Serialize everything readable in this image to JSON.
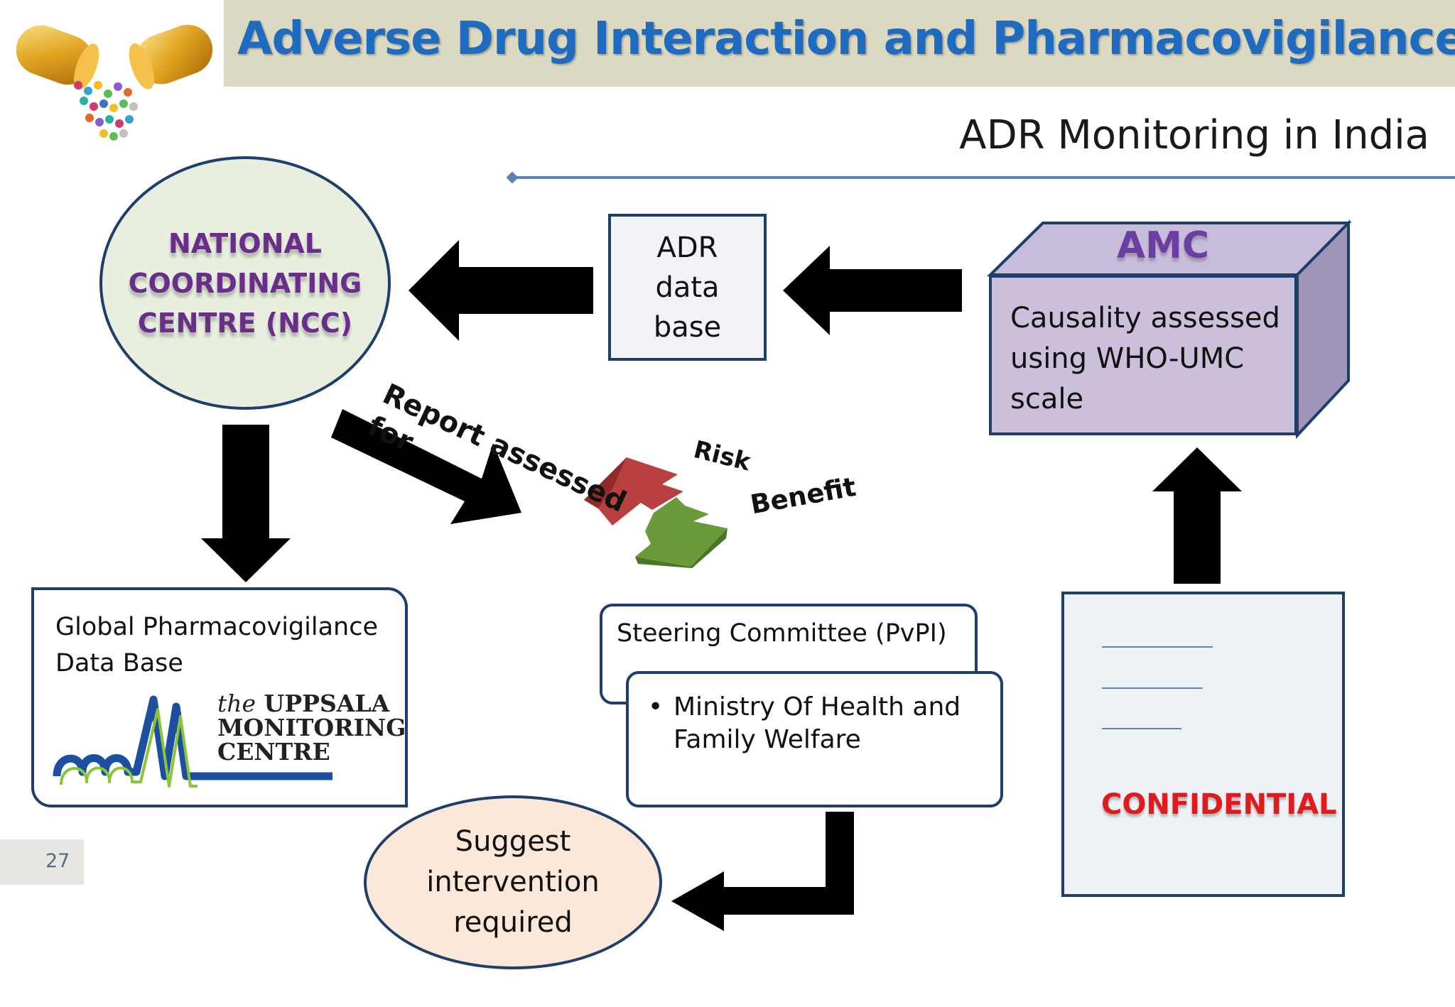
{
  "header": {
    "title": "Adverse Drug Interaction and Pharmacovigilance",
    "band_color": "#dbd9c2",
    "title_color": "#1f6bbf"
  },
  "subtitle": "ADR Monitoring in India",
  "nodes": {
    "ncc": "NATIONAL\nCOORDINATING\nCENTRE (NCC)",
    "adr_database": "ADR\ndata\nbase",
    "amc": {
      "title": "AMC",
      "text": "Causality assessed\nusing WHO-UMC\nscale"
    },
    "global_db": {
      "label": "Global Pharmacovigilance\nData Base",
      "logo_the": "the",
      "logo_line1": "UPPSALA",
      "logo_line2": "MONITORING",
      "logo_line3": "CENTRE"
    },
    "steering": {
      "label": "Steering Committee (PvPI)",
      "bullet": "•",
      "item": "Ministry Of Health and\nFamily Welfare"
    },
    "suggest": "Suggest\nintervention\nrequired",
    "confidential": "CONFIDENTIAL"
  },
  "annotations": {
    "report": "Report assessed\nfor",
    "risk": "Risk",
    "benefit": "Benefit"
  },
  "icons": [
    "pills-icon",
    "risk-up-arrow-icon",
    "benefit-down-arrow-icon",
    "uppsala-logo-icon"
  ],
  "colors": {
    "ncc_fill": "#e8efdf",
    "ncc_text": "#6a2d8c",
    "amc_fill": "#ccbfdc",
    "suggest_fill": "#fce8d9",
    "confidential": "#e01b1b",
    "border": "#1f3f6b",
    "risk_arrow": "#b84040",
    "benefit_arrow": "#6a9a3a"
  },
  "page_number": "27"
}
